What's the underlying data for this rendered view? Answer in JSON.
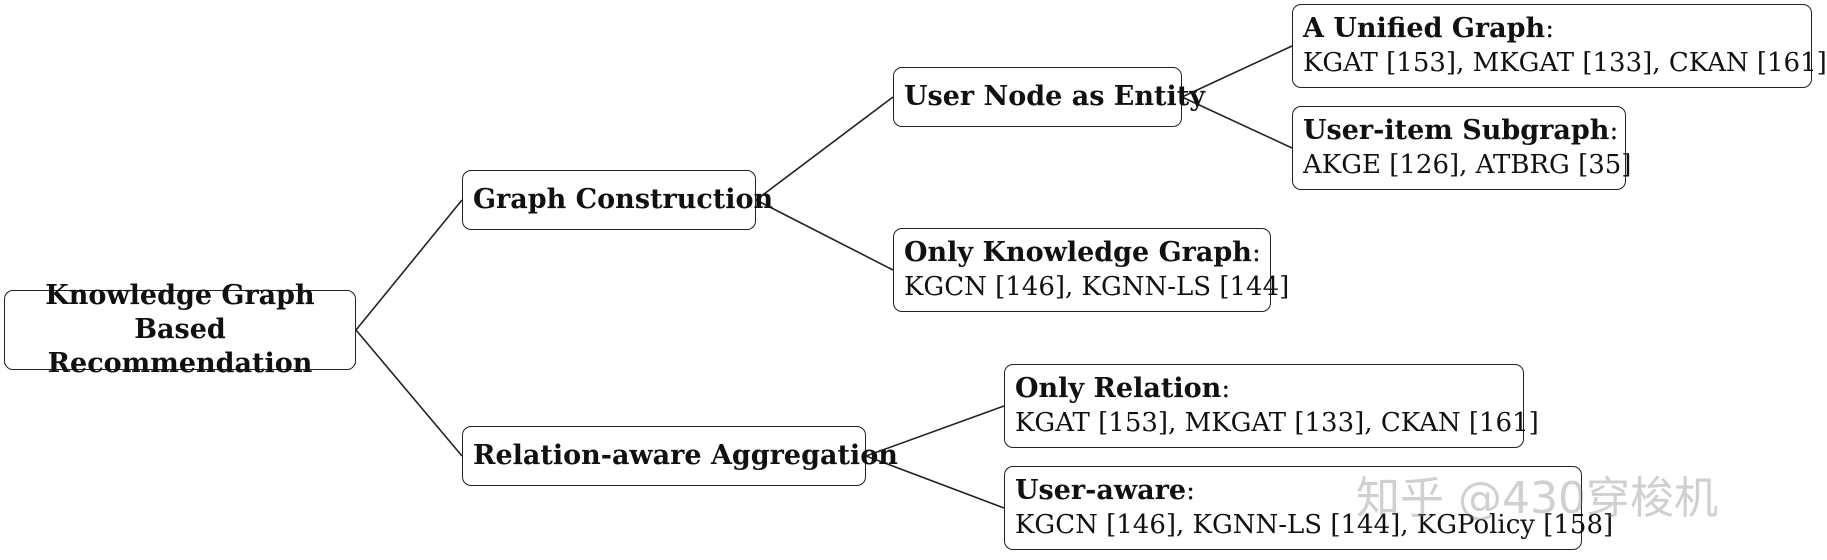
{
  "nodes": {
    "root": {
      "title": "Knowledge Graph Based Recommendation"
    },
    "graph_construction": {
      "title": "Graph Construction"
    },
    "relation_aware": {
      "title": "Relation-aware Aggregation"
    },
    "user_node_entity": {
      "title": "User Node as Entity"
    },
    "only_kg": {
      "title": "Only Knowledge Graph",
      "colon": ":",
      "refs": "KGCN [146], KGNN-LS [144]"
    },
    "unified_graph": {
      "title": "A Unified Graph",
      "colon": ":",
      "refs": "KGAT [153], MKGAT [133], CKAN [161]"
    },
    "user_item_subgraph": {
      "title": "User-item Subgraph",
      "colon": ":",
      "refs": "AKGE [126], ATBRG [35]"
    },
    "only_relation": {
      "title": "Only Relation",
      "colon": ":",
      "refs": "KGAT [153], MKGAT [133], CKAN [161]"
    },
    "user_aware": {
      "title": "User-aware",
      "colon": ":",
      "refs": "KGCN [146], KGNN-LS [144], KGPolicy [158]"
    }
  },
  "watermark": {
    "text": "知乎 @430穿梭机"
  },
  "colors": {
    "stroke": "#222222",
    "text": "#111111"
  }
}
